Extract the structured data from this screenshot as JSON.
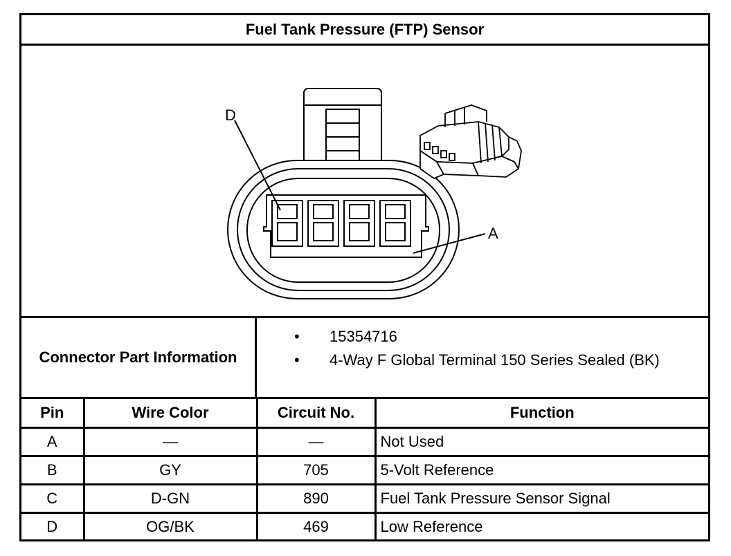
{
  "title": "Fuel Tank Pressure (FTP) Sensor",
  "figure": {
    "callouts": {
      "d": "D",
      "a": "A"
    }
  },
  "part_info": {
    "label": "Connector Part Information",
    "items": [
      "15354716",
      "4-Way F Global Terminal 150 Series Sealed (BK)"
    ],
    "bullet": "•"
  },
  "pin_table": {
    "headers": [
      "Pin",
      "Wire Color",
      "Circuit No.",
      "Function"
    ],
    "rows": [
      [
        "A",
        "—",
        "—",
        "Not Used"
      ],
      [
        "B",
        "GY",
        "705",
        "5-Volt Reference"
      ],
      [
        "C",
        "D-GN",
        "890",
        "Fuel Tank Pressure Sensor Signal"
      ],
      [
        "D",
        "OG/BK",
        "469",
        "Low Reference"
      ]
    ]
  }
}
